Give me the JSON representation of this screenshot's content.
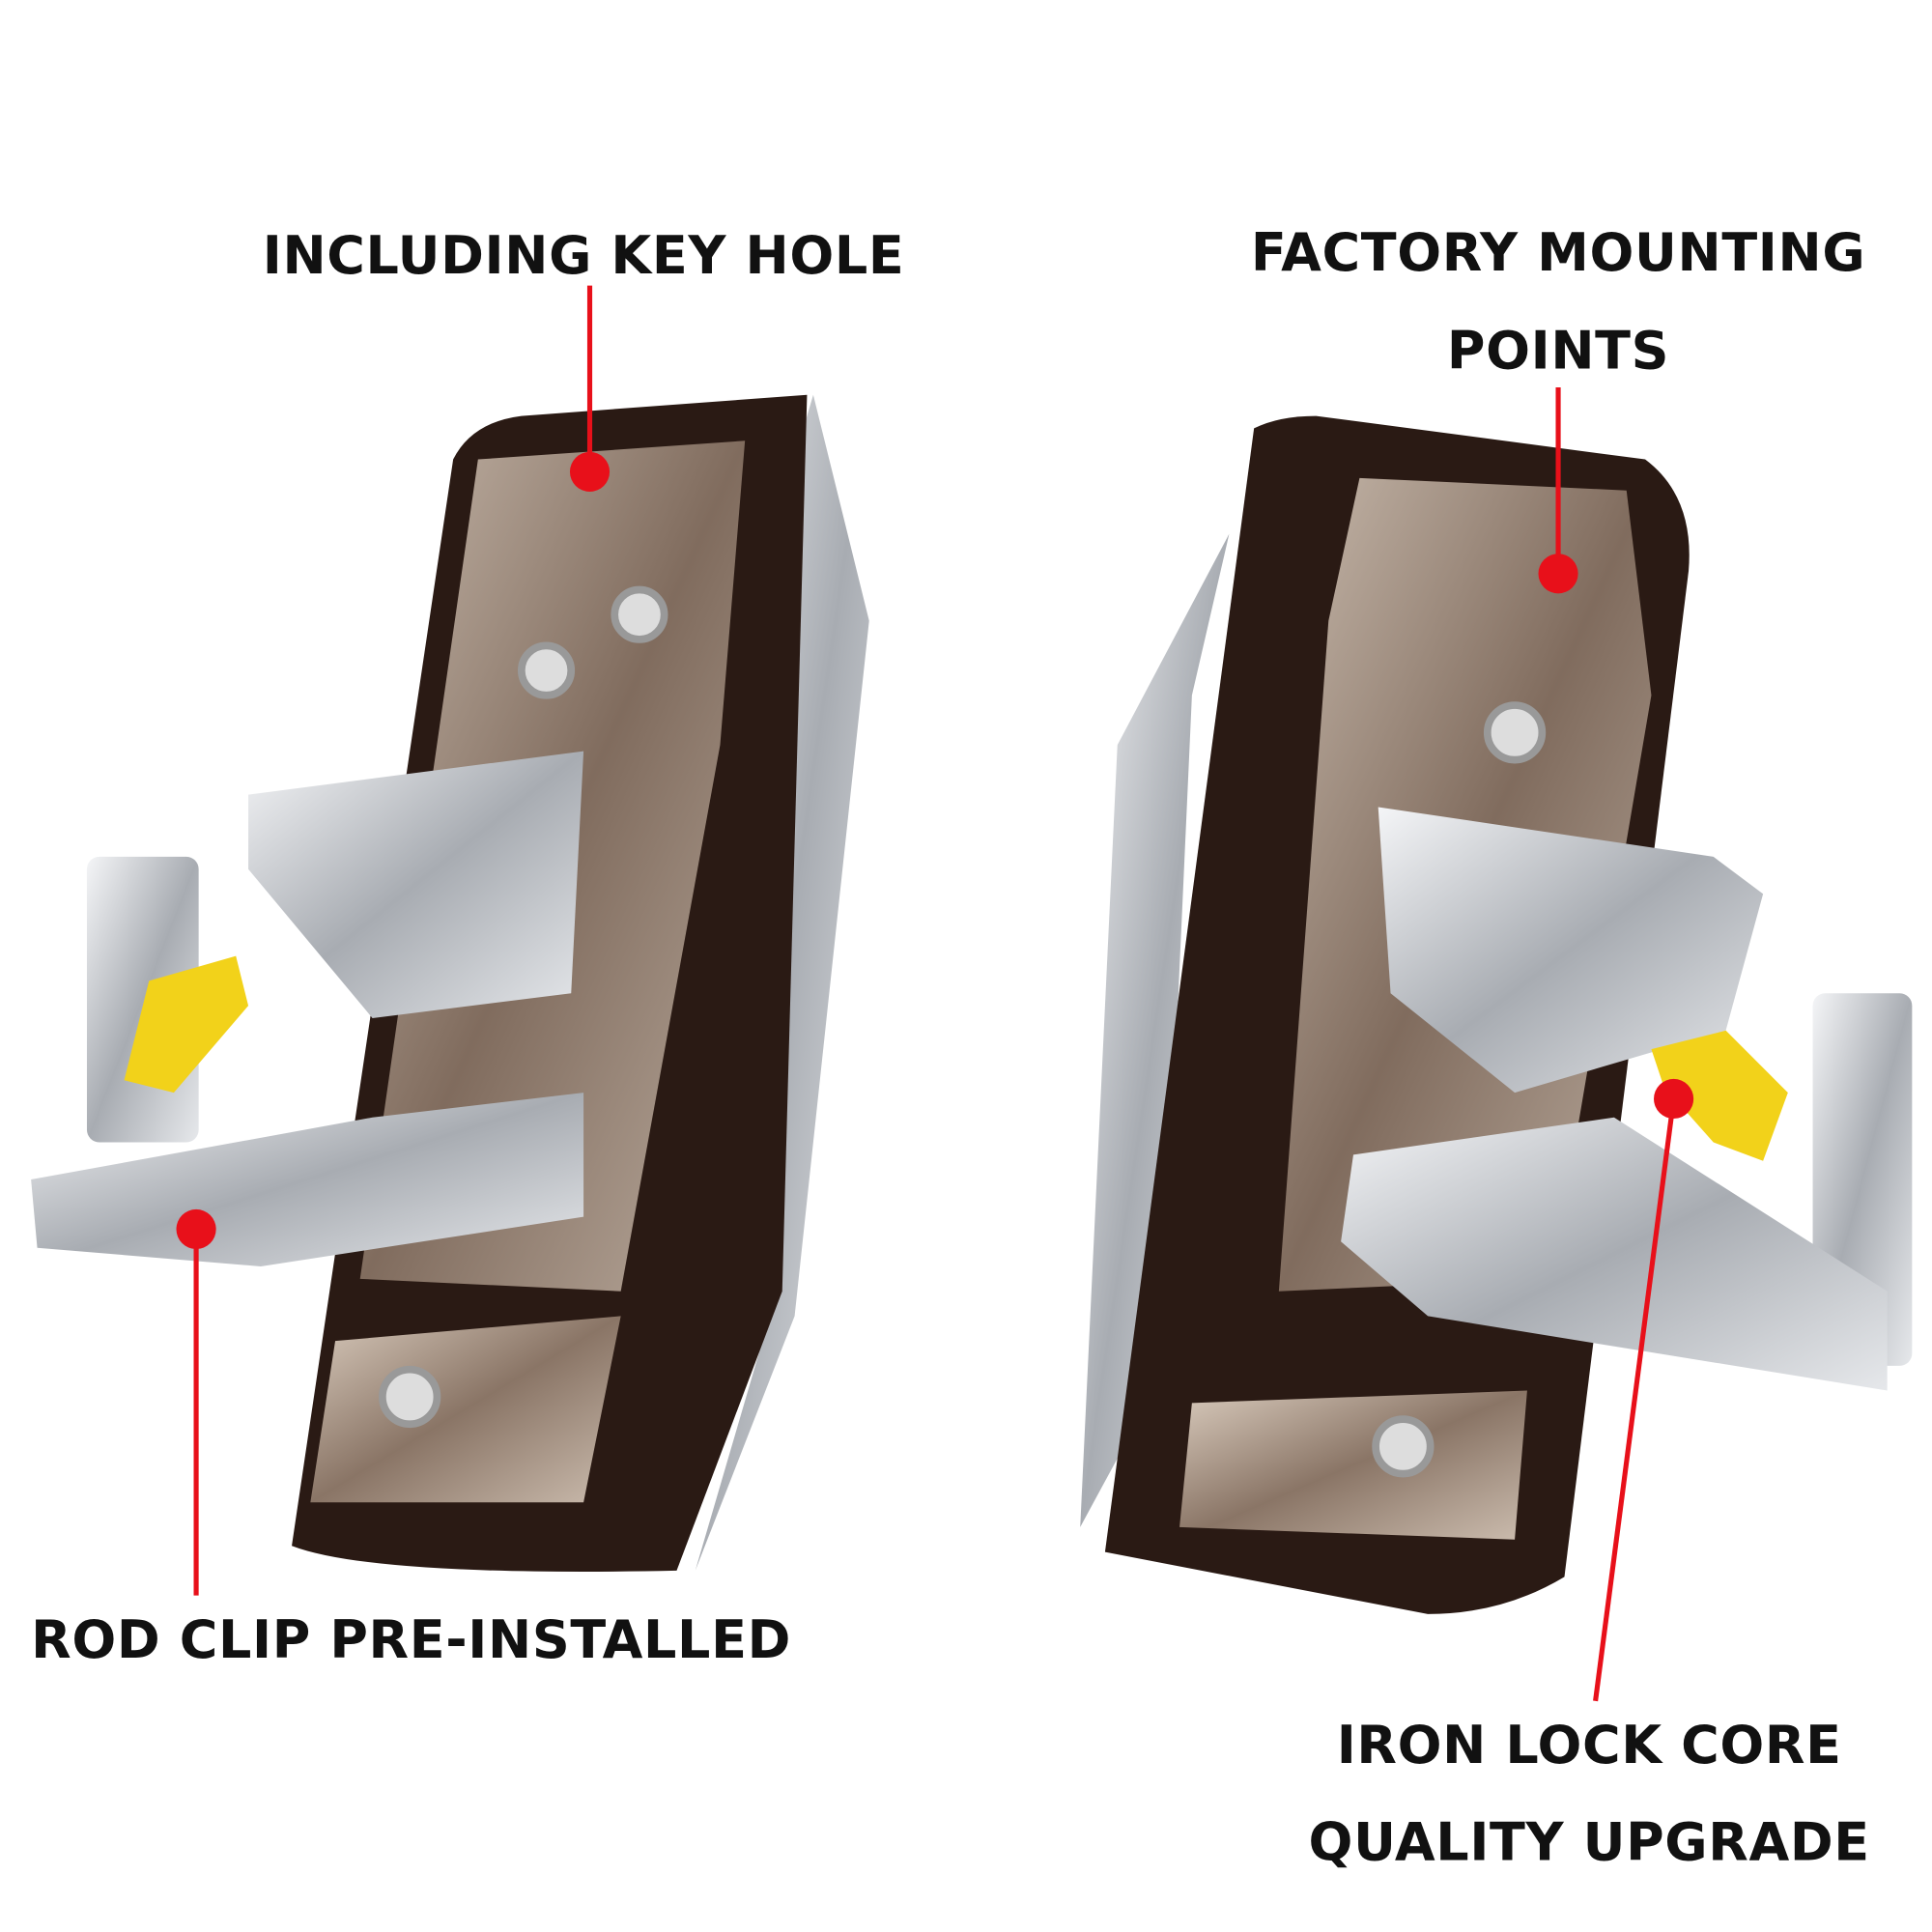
{
  "callouts": {
    "key_hole": "INCLUDING KEY HOLE",
    "mounting_line1": "FACTORY MOUNTING",
    "mounting_line2": "POINTS",
    "rod_clip": "ROD CLIP PRE-INSTALLED",
    "lock_core_line1": "IRON LOCK CORE",
    "lock_core_line2": "QUALITY UPGRADE"
  },
  "colors": {
    "pointer": "#e8101a",
    "frame": "#2a1a14",
    "chrome": "#c9ccd0",
    "clip": "#f2d21a"
  }
}
